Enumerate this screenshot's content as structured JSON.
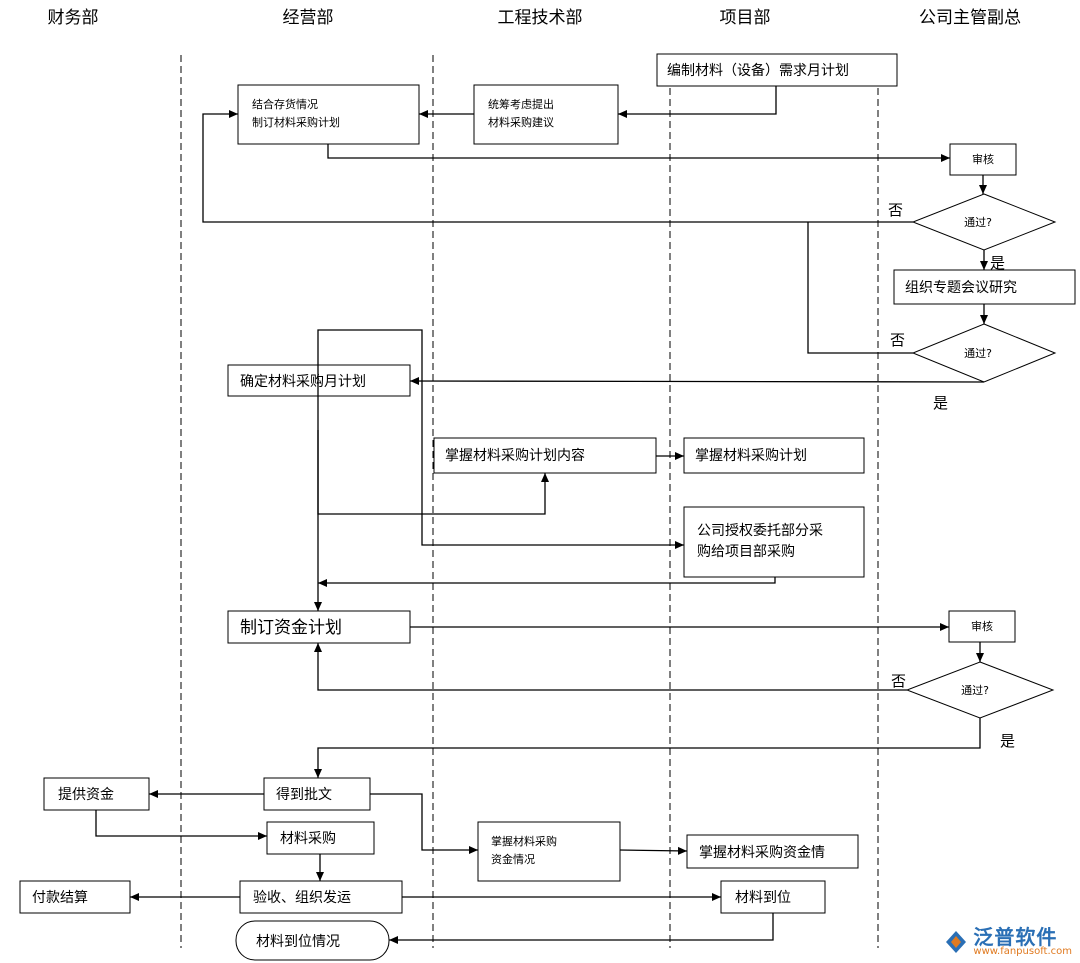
{
  "lanes": {
    "finance": "财务部",
    "operations": "经营部",
    "engineering": "工程技术部",
    "project": "项目部",
    "vp": "公司主管副总"
  },
  "boxes": {
    "monthly_demand": "编制材料（设备）需求月计划",
    "inventory_line1": "结合存货情况",
    "inventory_line2": "制订材料采购计划",
    "propose_line1": "统筹考虑提出",
    "propose_line2": "材料采购建议",
    "review1": "审核",
    "decision1": "通过?",
    "meeting": "组织专题会议研究",
    "decision2": "通过?",
    "confirm_plan": "确定材料采购月计划",
    "grasp_content": "掌握材料采购计划内容",
    "grasp_plan": "掌握材料采购计划",
    "authorize_line1": "公司授权委托部分采",
    "authorize_line2": "购给项目部采购",
    "fund_plan": "制订资金计划",
    "review2": "审核",
    "decision3": "通过?",
    "approval": "得到批文",
    "provide_funds": "提供资金",
    "purchase": "材料采购",
    "grasp_funds_line1": "掌握材料采购",
    "grasp_funds_line2": "资金情况",
    "grasp_funds_project": "掌握材料采购资金情",
    "settlement": "付款结算",
    "inspect_ship": "验收、组织发运",
    "arrived": "材料到位",
    "arrival_status": "材料到位情况"
  },
  "labels": {
    "no": "否",
    "yes": "是"
  },
  "watermark": {
    "name": "泛普软件",
    "url": "www.fanpusoft.com"
  },
  "icons": {
    "logo": "fanpu-logo-icon"
  }
}
